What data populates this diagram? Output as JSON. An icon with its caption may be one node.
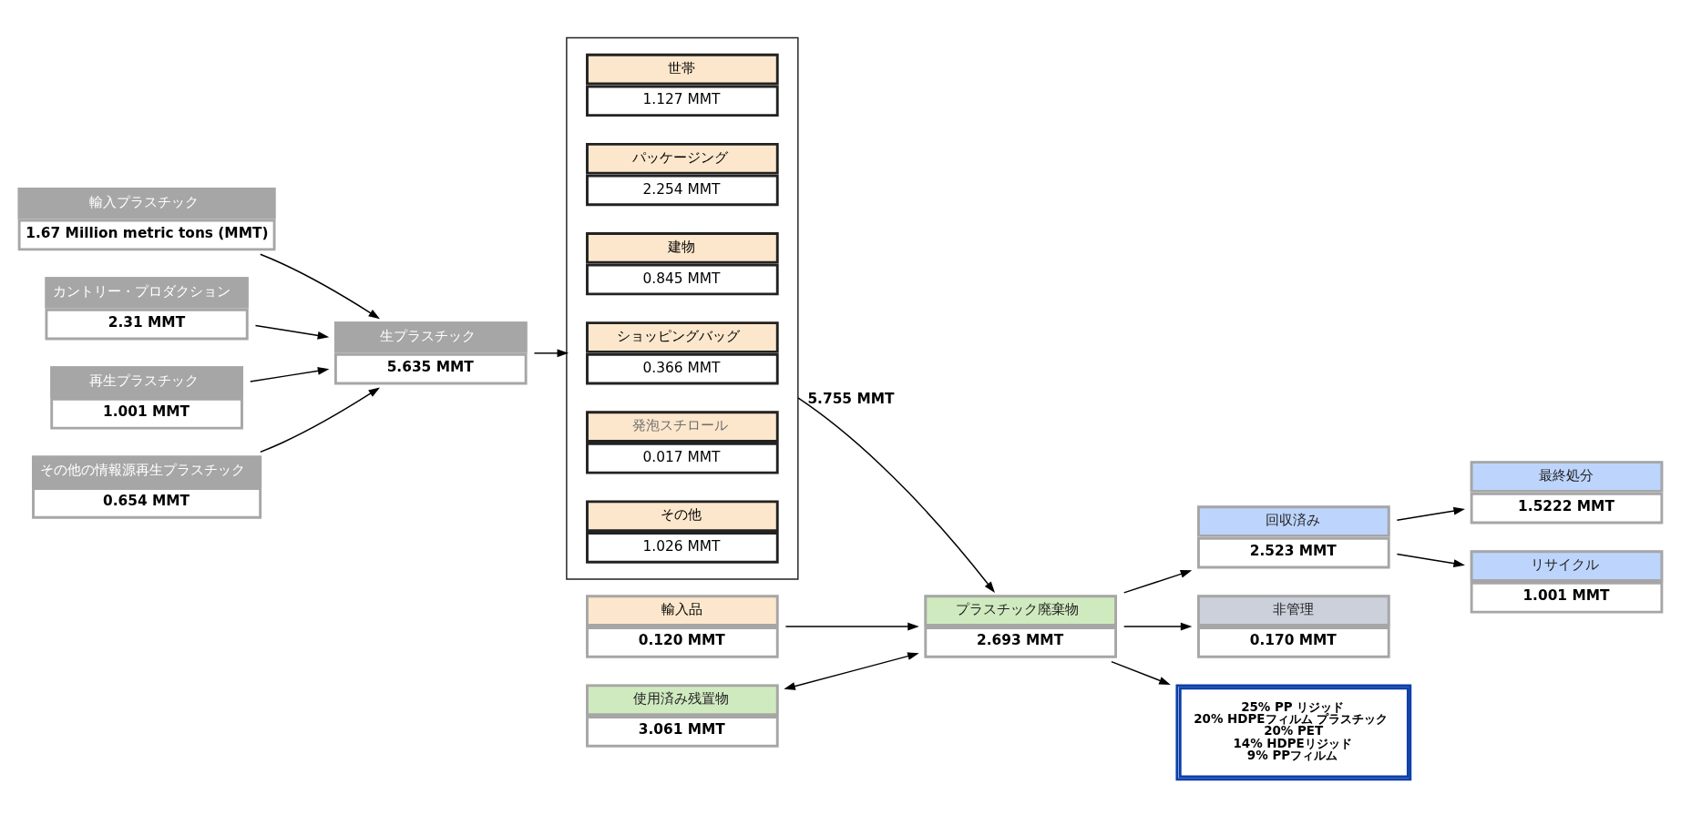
{
  "diagram": {
    "nodes": [
      {
        "text": [
          "輸入プラスチック",
          "1.67 Million metric tons (MMT)"
        ]
      },
      {
        "text": [
          "カントリー・プロダクション",
          "2.31 MMT"
        ]
      },
      {
        "text": [
          "再生プラスチック",
          "1.001 MMT"
        ]
      },
      {
        "text": [
          "その他の情報源再生プラスチック",
          "0.654 MMT"
        ]
      },
      {
        "text": [
          "生プラスチック",
          "5.635 MMT"
        ]
      },
      {
        "text": [],
        "shape": "box"
      },
      {
        "text": [
          "世帯",
          "1.127 MMT"
        ],
        "in": 5
      },
      {
        "text": [
          "パッケージング",
          "2.254 MMT"
        ],
        "in": 5
      },
      {
        "text": [
          "建物",
          "0.845 MMT"
        ],
        "in": 5
      },
      {
        "text": [
          "ショッピングバッグ",
          "0.366 MMT"
        ],
        "in": 5
      },
      {
        "text": [
          "発泡スチロール",
          "0.017 MMT"
        ],
        "in": 5
      },
      {
        "text": [
          "その他",
          "1.026 MMT"
        ],
        "in": 5
      },
      {
        "text": [
          "輸入品",
          "0.120 MMT"
        ]
      },
      {
        "text": [
          "使用済み残置物",
          "3.061 MMT"
        ]
      },
      {
        "text": [
          "プラスチック廃棄物",
          "2.693 MMT"
        ]
      },
      {
        "text": [
          "回収済み",
          "2.523 MMT"
        ]
      },
      {
        "text": [
          "非管理",
          "0.170 MMT"
        ]
      },
      {
        "text": [
          "最終処分",
          "1.5222 MMT"
        ]
      },
      {
        "text": [
          "リサイクル",
          "1.001 MMT"
        ]
      },
      {
        "text": [
          "25% PP リジッド",
          "20% HDPEフィルム プラスチック",
          "20% PET",
          "14% HDPEリジッド",
          "9% PPフィルム"
        ]
      }
    ],
    "edges": [
      {
        "from": 0,
        "to": 4,
        "arrow": "to"
      },
      {
        "from": 1,
        "to": 4,
        "arrow": "to"
      },
      {
        "from": 2,
        "to": 4,
        "arrow": "to"
      },
      {
        "from": 3,
        "to": 4,
        "arrow": "to"
      },
      {
        "from": 4,
        "to": 5,
        "arrow": "to"
      },
      {
        "from": 5,
        "to": 14,
        "arrow": "to",
        "label": "5.755 MMT"
      },
      {
        "from": 12,
        "to": 14,
        "arrow": "to"
      },
      {
        "from": 13,
        "to": 14,
        "arrow": "both"
      },
      {
        "from": 14,
        "to": 15,
        "arrow": "to"
      },
      {
        "from": 14,
        "to": 16,
        "arrow": "to"
      },
      {
        "from": 14,
        "to": 19,
        "arrow": "to"
      },
      {
        "from": 15,
        "to": 17,
        "arrow": "to"
      },
      {
        "from": 15,
        "to": 18,
        "arrow": "to"
      }
    ]
  }
}
